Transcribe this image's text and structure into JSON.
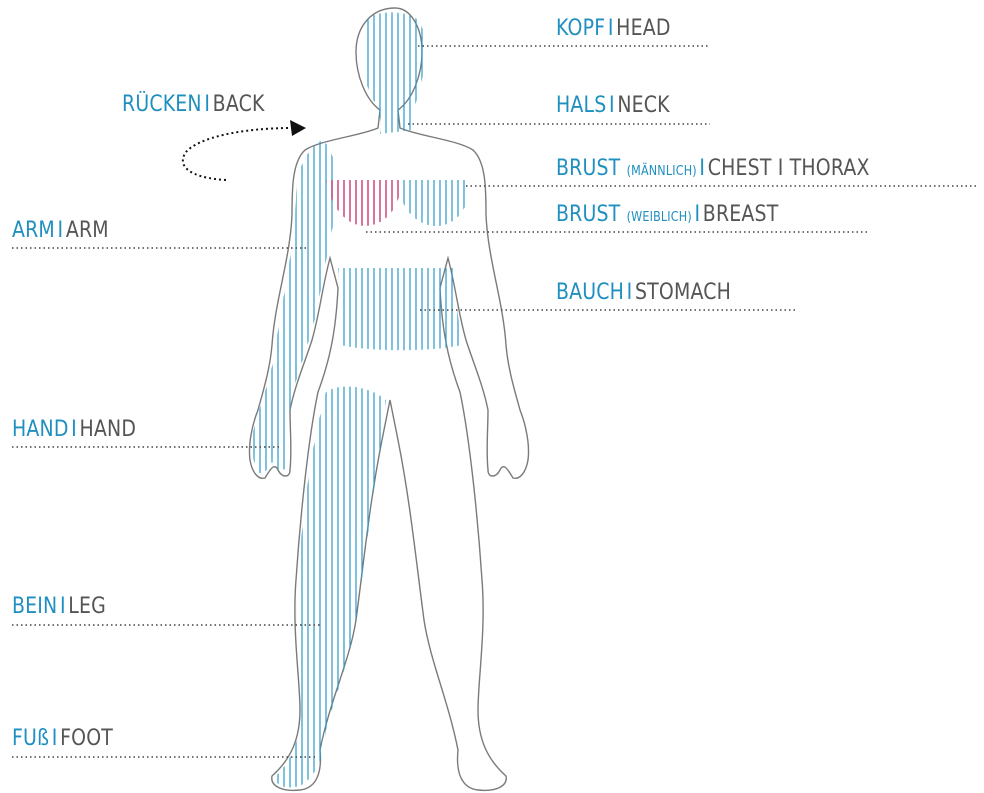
{
  "labels": {
    "head": {
      "de": "KOPF",
      "sep": "I",
      "en": "HEAD"
    },
    "neck": {
      "de": "HALS",
      "sep": "I",
      "en": "NECK"
    },
    "back": {
      "de": "RÜCKEN",
      "sep": "I",
      "en": "BACK"
    },
    "chest": {
      "de": "BRUST",
      "qual": "(MÄNNLICH)",
      "sep": "I",
      "en": "CHEST I THORAX"
    },
    "breast": {
      "de": "BRUST",
      "qual": "(WEIBLICH)",
      "sep": "I",
      "en": "BREAST"
    },
    "arm": {
      "de": "ARM",
      "sep": "I",
      "en": "ARM"
    },
    "stomach": {
      "de": "BAUCH",
      "sep": "I",
      "en": "STOMACH"
    },
    "hand": {
      "de": "HAND",
      "sep": "I",
      "en": "HAND"
    },
    "leg": {
      "de": "BEIN",
      "sep": "I",
      "en": "LEG"
    },
    "foot": {
      "de": "FUß",
      "sep": "I",
      "en": "FOOT"
    }
  },
  "colors": {
    "accent": "#1f8fc0",
    "text": "#555555",
    "outline": "#777777",
    "hatch": "#2a9ac6",
    "hatch_female": "#c2185b"
  }
}
